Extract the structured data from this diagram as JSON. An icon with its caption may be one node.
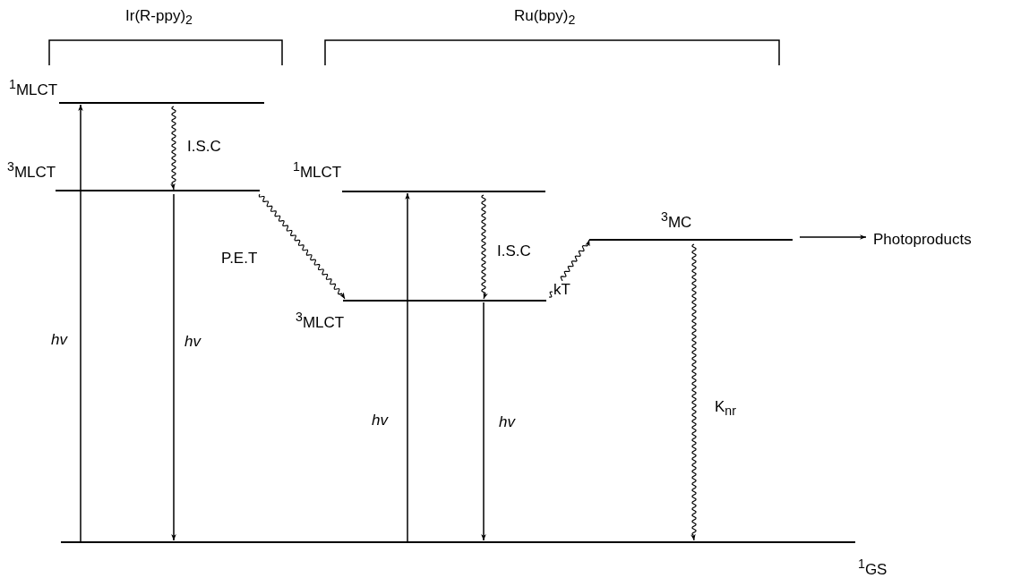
{
  "diagram": {
    "nodes": [
      {
        "text": [],
        "shape": "bar",
        "beside": [
          "$^{1}$MLCT"
        ]
      },
      {
        "text": [],
        "shape": "bar",
        "beside": [
          "$^{3}$MLCT"
        ]
      },
      {
        "text": [],
        "shape": "bar",
        "beside": [
          "$^{1}$MLCT"
        ]
      },
      {
        "text": [],
        "shape": "bar",
        "beside": [
          "$^{3}$MLCT"
        ]
      },
      {
        "text": [],
        "shape": "bar",
        "beside": [
          "$^{3}$MC"
        ]
      },
      {
        "text": [
          "Photoproducts"
        ]
      },
      {
        "text": [],
        "shape": "bar",
        "beside": [
          "$^{1}$GS"
        ]
      }
    ],
    "edges": [
      {
        "from": 6,
        "to": 0,
        "arrow": "to",
        "label": "hv"
      },
      {
        "from": 0,
        "to": 1,
        "arrow": "to",
        "label": "I.S.C"
      },
      {
        "from": 1,
        "to": 6,
        "arrow": "to",
        "label": "hv"
      },
      {
        "from": 1,
        "to": 3,
        "arrow": "to",
        "label": "P.E.T"
      },
      {
        "from": 6,
        "to": 2,
        "arrow": "to",
        "label": "hv"
      },
      {
        "from": 2,
        "to": 3,
        "arrow": "to",
        "label": "I.S.C"
      },
      {
        "from": 3,
        "to": 6,
        "arrow": "to",
        "label": "hv"
      },
      {
        "from": 3,
        "to": 4,
        "arrow": "to",
        "label": "kT"
      },
      {
        "from": 4,
        "to": 6,
        "arrow": "to",
        "label": "K$_{nr}$"
      },
      {
        "from": 4,
        "to": 5,
        "arrow": "to"
      }
    ],
    "labels": [
      "Ir(R-ppy)$_{2}$",
      "Ru(bpy)$_{2}$"
    ]
  }
}
